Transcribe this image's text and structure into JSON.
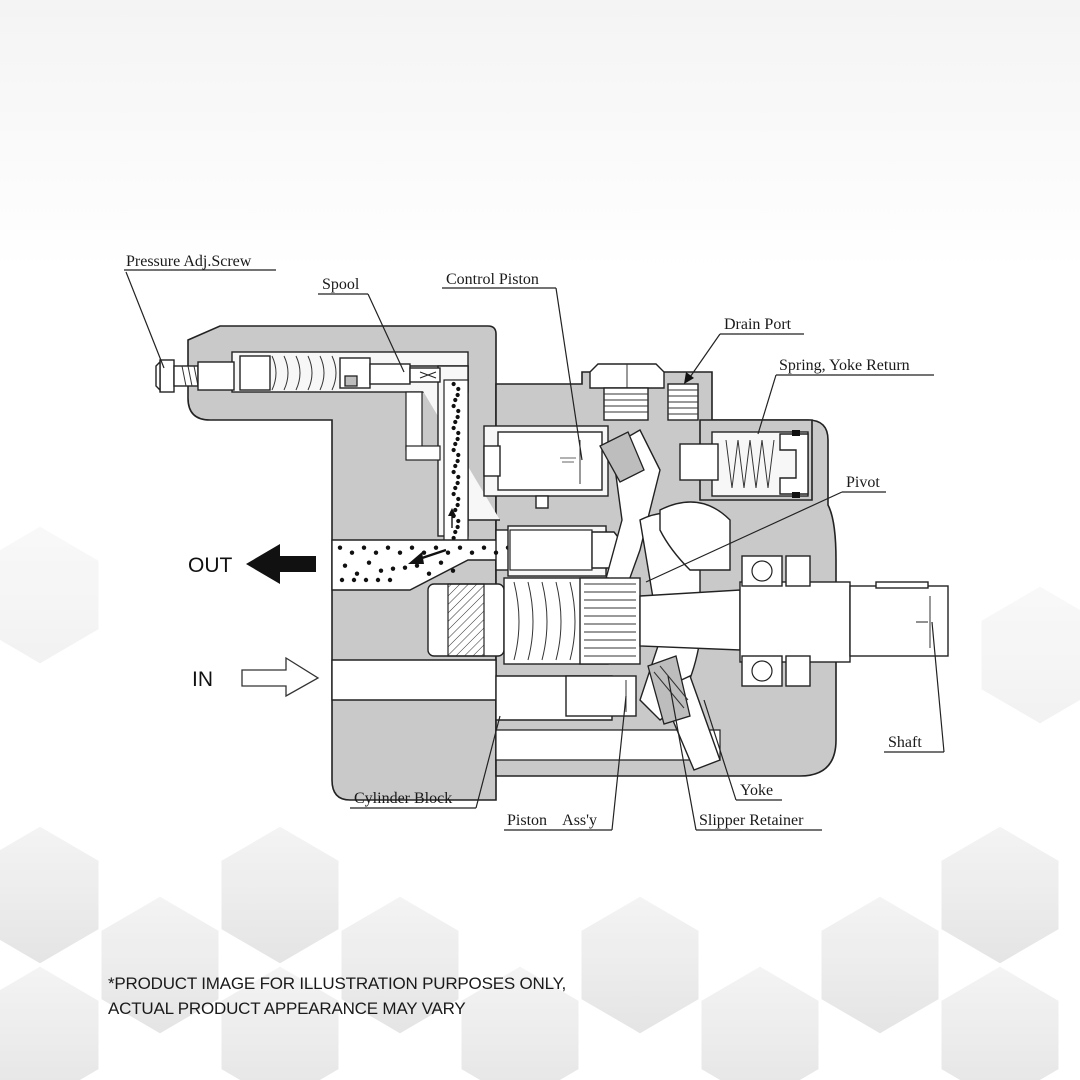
{
  "diagram": {
    "flow_labels": {
      "out": "OUT",
      "in": "IN"
    },
    "labels": {
      "pressure_adj_screw": "Pressure Adj.Screw",
      "spool": "Spool",
      "control_piston": "Control Piston",
      "drain_port": "Drain Port",
      "spring_yoke_return": "Spring, Yoke Return",
      "pivot": "Pivot",
      "shaft": "Shaft",
      "yoke": "Yoke",
      "slipper_retainer": "Slipper Retainer",
      "piston_assy": "Piston    Ass'y",
      "cylinder_block": "Cylinder Block"
    }
  },
  "disclaimer": {
    "line1": "*PRODUCT IMAGE FOR ILLUSTRATION PURPOSES ONLY,",
    "line2": "ACTUAL PRODUCT APPEARANCE MAY VARY"
  },
  "colors": {
    "background": "#ffffff",
    "housing_fill": "#c9c9c9",
    "line": "#222222",
    "hex_pattern": "#ececec"
  }
}
